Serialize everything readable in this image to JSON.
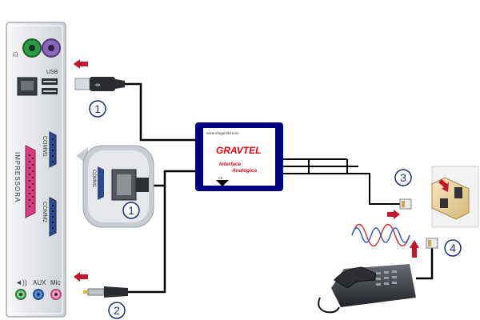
{
  "pc_panel": {
    "usb_label": "USB",
    "printer_label": "IMPRESSORA",
    "com1_label": "COMM1",
    "com2_label": "COMM2",
    "aux_label": "AUX",
    "mic_label": "Mic"
  },
  "inset": {
    "port_label": "COMM1",
    "step_label": "1"
  },
  "device": {
    "website": "www.chegostbl.com",
    "brand": "GRAVTEL",
    "line1": "Interface",
    "line2": "Analógica",
    "port_label": "CE"
  },
  "steps": {
    "step1": "1",
    "step2": "2",
    "step3": "3",
    "step4": "4"
  },
  "colors": {
    "device_border": "#000080",
    "brand": "#e30613",
    "arrow": "#c0172b",
    "panel": "#e6e8ec",
    "cable": "#000000"
  }
}
